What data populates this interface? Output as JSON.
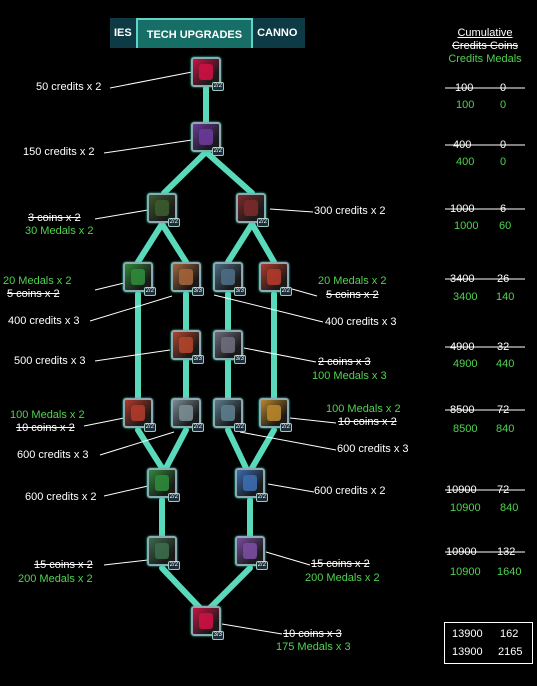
{
  "tabs": [
    {
      "label": "IES"
    },
    {
      "label": "TECH UPGRADES"
    },
    {
      "label": "CANNO"
    }
  ],
  "header": {
    "title": "Cumulative",
    "old_cols": "Credits  Coins",
    "new_cols": "Credits  Medals"
  },
  "nodes": [
    {
      "name": "node-1",
      "badge": "2/2",
      "fill": "#c14"
    },
    {
      "name": "node-2",
      "badge": "2/2",
      "fill": "#6a3a9a"
    },
    {
      "name": "node-3a",
      "badge": "2/2",
      "fill": "#3c5a2c"
    },
    {
      "name": "node-3b",
      "badge": "2/2",
      "fill": "#7a2a2a"
    },
    {
      "name": "node-4a",
      "badge": "2/2",
      "fill": "#2e8a3a"
    },
    {
      "name": "node-4b",
      "badge": "3/3",
      "fill": "#a3643a"
    },
    {
      "name": "node-4c",
      "badge": "3/3",
      "fill": "#4c6c84"
    },
    {
      "name": "node-4d",
      "badge": "2/2",
      "fill": "#b03a2a"
    },
    {
      "name": "node-5a",
      "badge": "3/3",
      "fill": "#b2442a"
    },
    {
      "name": "node-5b",
      "badge": "3/3",
      "fill": "#6c6c7c"
    },
    {
      "name": "node-6a",
      "badge": "2/2",
      "fill": "#b03a2a"
    },
    {
      "name": "node-6b",
      "badge": "2/2",
      "fill": "#7a8c94"
    },
    {
      "name": "node-6c",
      "badge": "2/2",
      "fill": "#5c7c8c"
    },
    {
      "name": "node-6d",
      "badge": "2/2",
      "fill": "#b8862a"
    },
    {
      "name": "node-7a",
      "badge": "2/2",
      "fill": "#2e8a3a"
    },
    {
      "name": "node-7b",
      "badge": "2/2",
      "fill": "#3c6cb0"
    },
    {
      "name": "node-8a",
      "badge": "2/2",
      "fill": "#3c6c4a"
    },
    {
      "name": "node-8b",
      "badge": "2/2",
      "fill": "#7a4ca0"
    },
    {
      "name": "node-9",
      "badge": "3/3",
      "fill": "#c14"
    }
  ],
  "labels": {
    "l1": "50 credits x 2",
    "l2": "150 credits x 2",
    "l3a_old": "3 coins x 2",
    "l3a_new": "30 Medals  x 2",
    "l3b": "300 credits x 2",
    "l4a_new": "20 Medals  x 2",
    "l4a_old": "5 coins x 2",
    "l4d_new": "20 Medals  x 2",
    "l4d_old": "5 coins x 2",
    "l4b": "400 credits x 3",
    "l4c": "400 credits x 3",
    "l5a": "500 credits x 3",
    "l5b_old": "2 coins x 3",
    "l5b_new": "100 Medals  x 3",
    "l6a_new": "100 Medals  x 2",
    "l6a_old": "10 coins x 2",
    "l6d_new": "100 Medals  x 2",
    "l6d_old": "10 coins x 2",
    "l6b": "600 credits x 3",
    "l6c": "600 credits x 3",
    "l7a": "600 credits x 2",
    "l7b": "600 credits x 2",
    "l8a_old": "15 coins x 2",
    "l8a_new": "200 Medals  x 2",
    "l8b_old": "15 coins x 2",
    "l8b_new": "200 Medals  x 2",
    "l9_old": "10 coins x 3",
    "l9_new": "175 Medals  x 3"
  },
  "cumulative": [
    {
      "old_credits": "100",
      "old_coins": "0",
      "credits": "100",
      "medals": "0"
    },
    {
      "old_credits": "400",
      "old_coins": "0",
      "credits": "400",
      "medals": "0"
    },
    {
      "old_credits": "1000",
      "old_coins": "6",
      "credits": "1000",
      "medals": "60"
    },
    {
      "old_credits": "3400",
      "old_coins": "26",
      "credits": "3400",
      "medals": "140"
    },
    {
      "old_credits": "4900",
      "old_coins": "32",
      "credits": "4900",
      "medals": "440"
    },
    {
      "old_credits": "8500",
      "old_coins": "72",
      "credits": "8500",
      "medals": "840"
    },
    {
      "old_credits": "10900",
      "old_coins": "72",
      "credits": "10900",
      "medals": "840"
    },
    {
      "old_credits": "10900",
      "old_coins": "132",
      "credits": "10900",
      "medals": "1640"
    },
    {
      "old_credits": "13900",
      "old_coins": "162",
      "credits": "13900",
      "medals": "2165"
    }
  ],
  "colors": {
    "connector": "#5ee6c4",
    "green": "#4fd34f",
    "panel": "#0d3a45"
  }
}
